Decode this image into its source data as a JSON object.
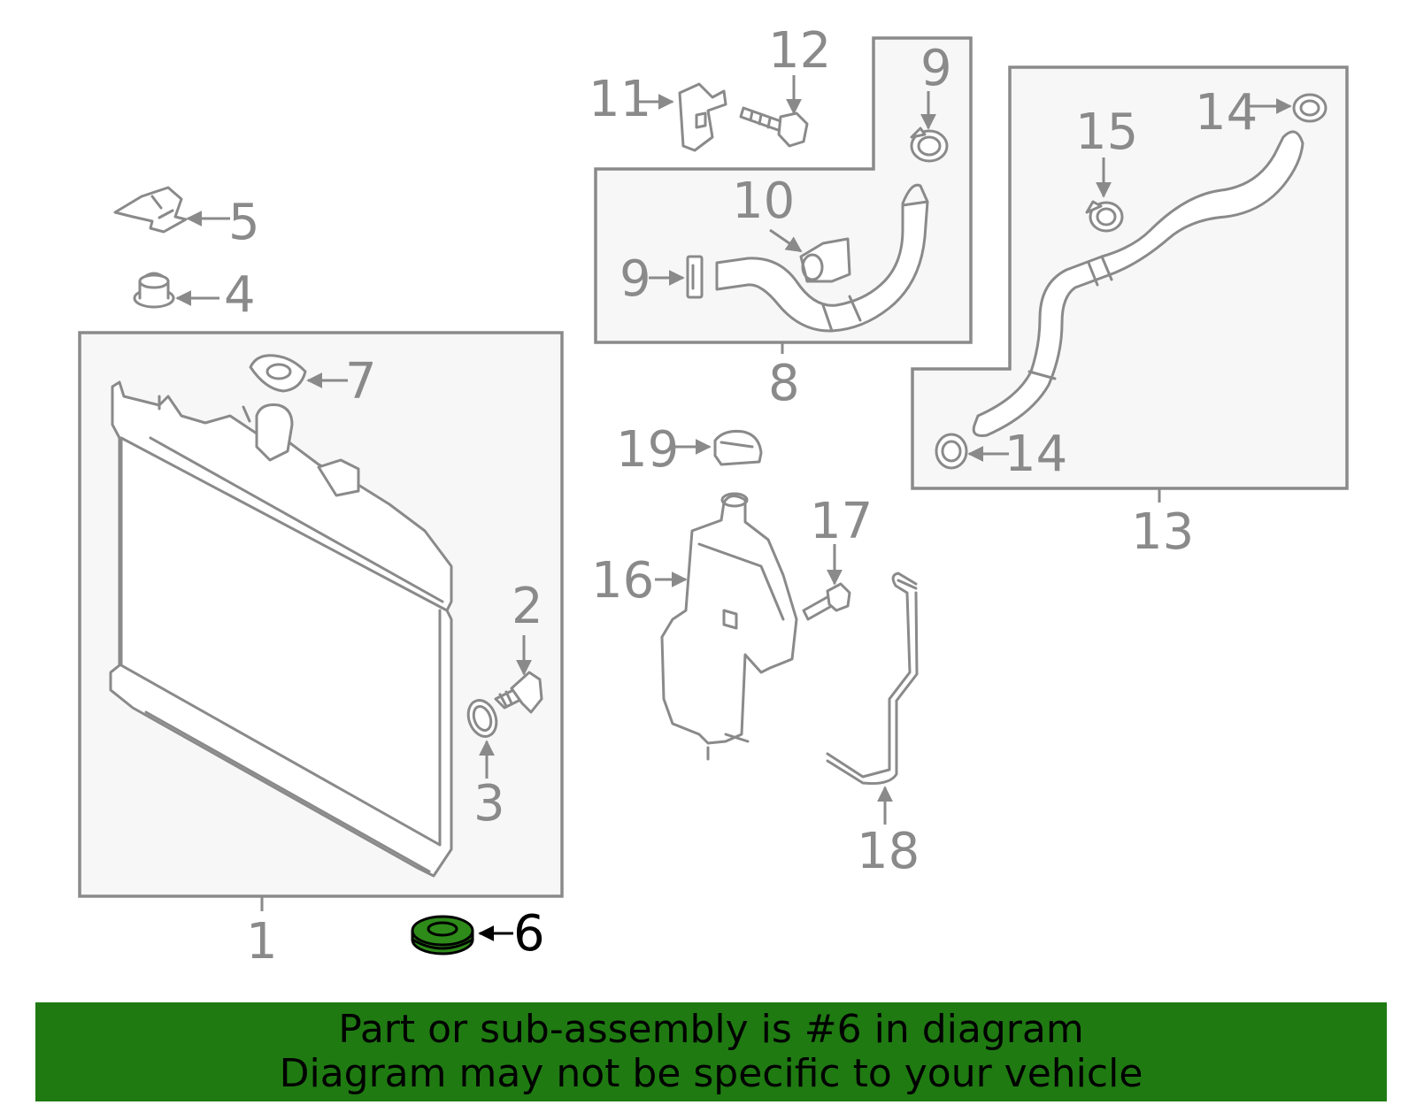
{
  "callouts": {
    "c1": "1",
    "c2": "2",
    "c3": "3",
    "c4": "4",
    "c5": "5",
    "c6": "6",
    "c7": "7",
    "c8": "8",
    "c9a": "9",
    "c9b": "9",
    "c10": "10",
    "c11": "11",
    "c12": "12",
    "c13": "13",
    "c14a": "14",
    "c14b": "14",
    "c15": "15",
    "c16": "16",
    "c17": "17",
    "c18": "18",
    "c19": "19"
  },
  "highlight": {
    "part_number": "6",
    "color": "#1f7a12"
  },
  "banner": {
    "line1": "Part or sub-assembly is #6 in diagram",
    "line2": "Diagram may not be specific to your vehicle",
    "background": "#1f7a12"
  }
}
